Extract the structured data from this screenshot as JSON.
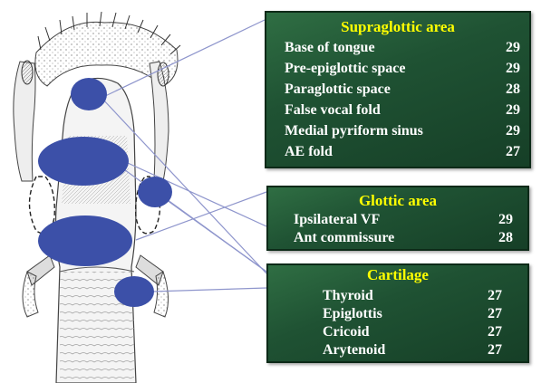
{
  "panels": {
    "supraglottic": {
      "title": "Supraglottic area",
      "rows": [
        {
          "label": "Base of tongue",
          "value": "29"
        },
        {
          "label": "Pre-epiglottic space",
          "value": "29"
        },
        {
          "label": "Paraglottic space",
          "value": "28"
        },
        {
          "label": "False vocal fold",
          "value": "29"
        },
        {
          "label": "Medial pyriform sinus",
          "value": "29"
        },
        {
          "label": "AE fold",
          "value": "27"
        }
      ]
    },
    "glottic": {
      "title": "Glottic area",
      "rows": [
        {
          "label": "Ipsilateral VF",
          "value": "29"
        },
        {
          "label": "Ant commissure",
          "value": "28"
        }
      ]
    },
    "cartilage": {
      "title": "Cartilage",
      "rows": [
        {
          "label": "Thyroid",
          "value": "27"
        },
        {
          "label": "Epiglottis",
          "value": "27"
        },
        {
          "label": "Cricoid",
          "value": "27"
        },
        {
          "label": "Arytenoid",
          "value": "27"
        }
      ]
    }
  },
  "colors": {
    "panel_fill": "#1f5233",
    "title_text": "#ffff00",
    "row_text": "#ffffff",
    "region_marker": "#3c50a8",
    "leader_line": "#8e95cc"
  }
}
